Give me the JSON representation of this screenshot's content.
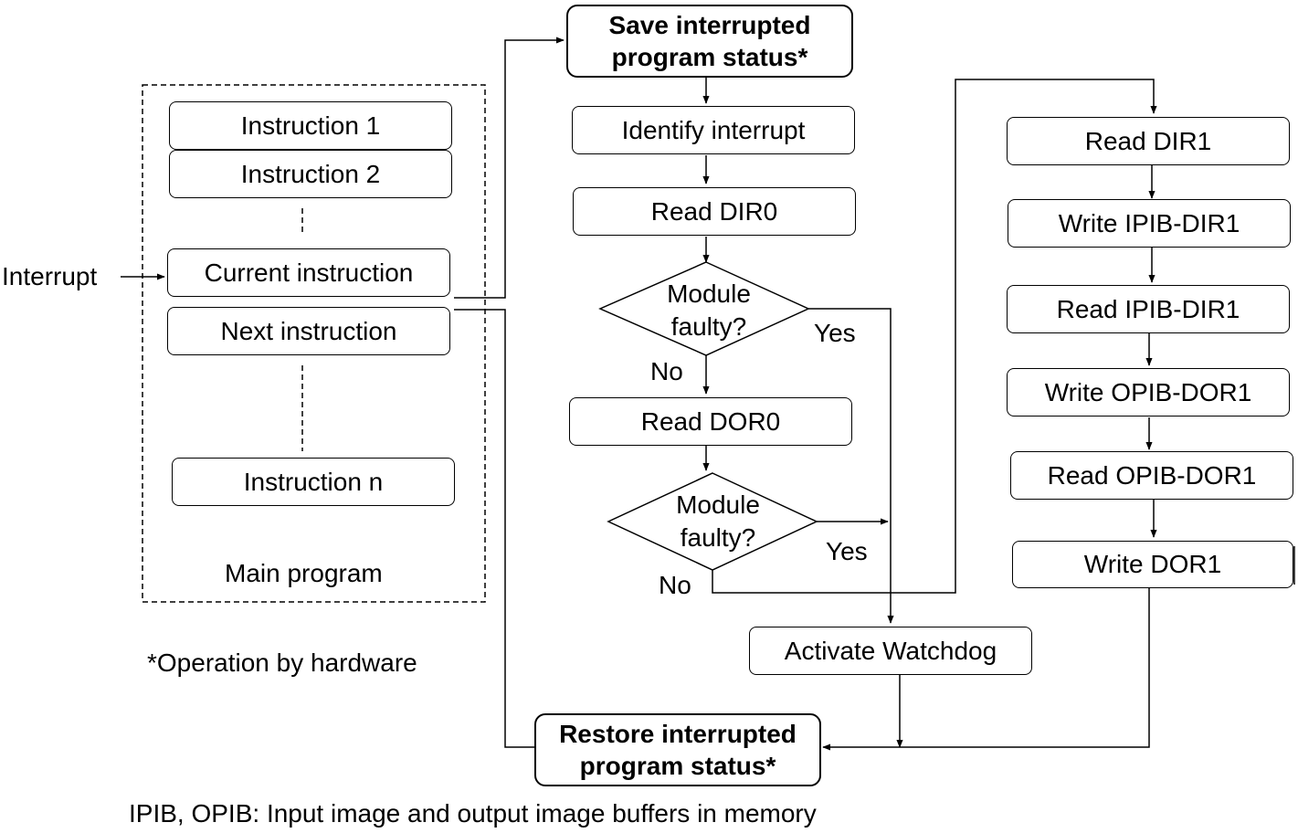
{
  "main_program": {
    "title": "Main program",
    "instructions": [
      "Instruction 1",
      "Instruction 2",
      "Current instruction",
      "Next instruction",
      "Instruction n"
    ],
    "interrupt_label": "Interrupt"
  },
  "isr": {
    "save": "Save interrupted program status*",
    "identify": "Identify interrupt",
    "read_dir0": "Read DIR0",
    "decision1": "Module faulty?",
    "read_dor0": "Read DOR0",
    "decision2": "Module faulty?",
    "yes": "Yes",
    "no": "No",
    "watchdog": "Activate Watchdog",
    "restore": "Restore interrupted program status*"
  },
  "io_steps": [
    "Read DIR1",
    "Write IPIB-DIR1",
    "Read IPIB-DIR1",
    "Write OPIB-DOR1",
    "Read OPIB-DOR1",
    "Write DOR1"
  ],
  "notes": {
    "hardware": "*Operation by hardware",
    "buffers": "IPIB, OPIB: Input image and output image buffers in memory"
  }
}
